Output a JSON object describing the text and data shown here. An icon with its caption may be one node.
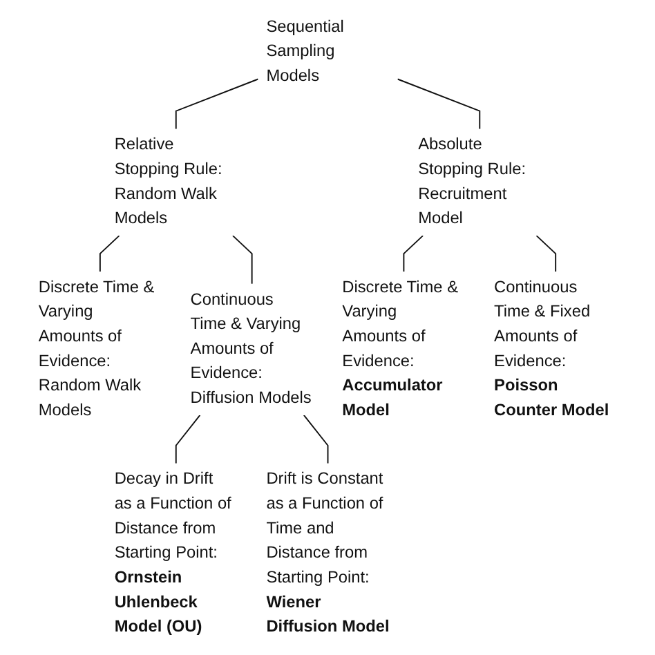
{
  "diagram": {
    "nodes": [
      {
        "text": [
          "Sequential Sampling Models"
        ]
      },
      {
        "text": [
          "Relative Stopping Rule: Random Walk Models"
        ]
      },
      {
        "text": [
          "Absolute Stopping Rule: Recruitment Model"
        ]
      },
      {
        "text": [
          "Discrete Time & Varying Amounts of Evidence: Random Walk Models"
        ]
      },
      {
        "text": [
          "Continuous Time & Varying Amounts of Evidence: Diffusion Models"
        ]
      },
      {
        "text": [
          "Discrete Time & Varying Amounts of Evidence:",
          "Accumulator Model"
        ]
      },
      {
        "text": [
          "Continuous Time & Fixed Amounts of Evidence:",
          "Poisson Counter Model"
        ]
      },
      {
        "text": [
          "Decay in Drift as a Function of Distance from Starting Point:",
          "Ornstein Uhlenbeck Model (OU)"
        ]
      },
      {
        "text": [
          "Drift is Constant as a Function of Time and Distance from Starting Point:",
          "Wiener Diffusion Model"
        ]
      }
    ],
    "edges": [
      {
        "from": 0,
        "to": 1,
        "arrow": "none"
      },
      {
        "from": 0,
        "to": 2,
        "arrow": "none"
      },
      {
        "from": 1,
        "to": 3,
        "arrow": "none"
      },
      {
        "from": 1,
        "to": 4,
        "arrow": "none"
      },
      {
        "from": 2,
        "to": 5,
        "arrow": "none"
      },
      {
        "from": 2,
        "to": 6,
        "arrow": "none"
      },
      {
        "from": 4,
        "to": 7,
        "arrow": "none"
      },
      {
        "from": 4,
        "to": 8,
        "arrow": "none"
      }
    ]
  }
}
